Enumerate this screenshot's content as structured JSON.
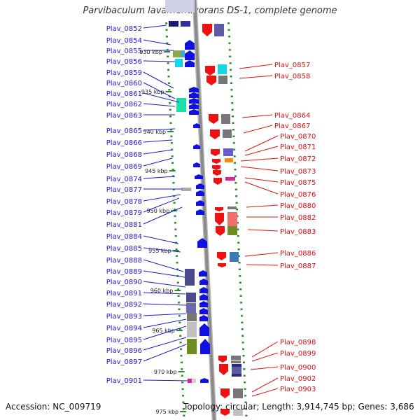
{
  "title": "Parvibaculum lavamentivorans DS-1, complete genome",
  "accession": "Accession: NC_009719",
  "topology": "Topology: circular; Length: 3,914,745 bp; Genes: 3,686",
  "colors": {
    "left_label": "#1a1ad0",
    "right_label": "#dd1111",
    "reverse_strand": "#1010e0",
    "forward_strand": "#ee1111",
    "ruler": "#2e8b2e",
    "backbone": "#8a8a8a"
  },
  "ruler_labels": [
    "930 kbp",
    "935 kbp",
    "940 kbp",
    "945 kbp",
    "950 kbp",
    "955 kbp",
    "960 kbp",
    "965 kbp",
    "970 kbp",
    "975 kbp"
  ],
  "left_labels": [
    "Plav_0852",
    "Plav_0854",
    "Plav_0855",
    "Plav_0856",
    "Plav_0859",
    "Plav_0860",
    "Plav_0861",
    "Plav_0862",
    "Plav_0863",
    "Plav_0865",
    "Plav_0866",
    "Plav_0868",
    "Plav_0869",
    "Plav_0874",
    "Plav_0877",
    "Plav_0878",
    "Plav_0879",
    "Plav_0881",
    "Plav_0884",
    "Plav_0885",
    "Plav_0888",
    "Plav_0889",
    "Plav_0890",
    "Plav_0891",
    "Plav_0892",
    "Plav_0893",
    "Plav_0894",
    "Plav_0895",
    "Plav_0896",
    "Plav_0897",
    "Plav_0901"
  ],
  "right_labels": [
    "Plav_0857",
    "Plav_0858",
    "Plav_0864",
    "Plav_0867",
    "Plav_0870",
    "Plav_0871",
    "Plav_0872",
    "Plav_0873",
    "Plav_0875",
    "Plav_0876",
    "Plav_0880",
    "Plav_0882",
    "Plav_0883",
    "Plav_0886",
    "Plav_0887",
    "Plav_0898",
    "Plav_0899",
    "Plav_0900",
    "Plav_0902",
    "Plav_0903"
  ]
}
